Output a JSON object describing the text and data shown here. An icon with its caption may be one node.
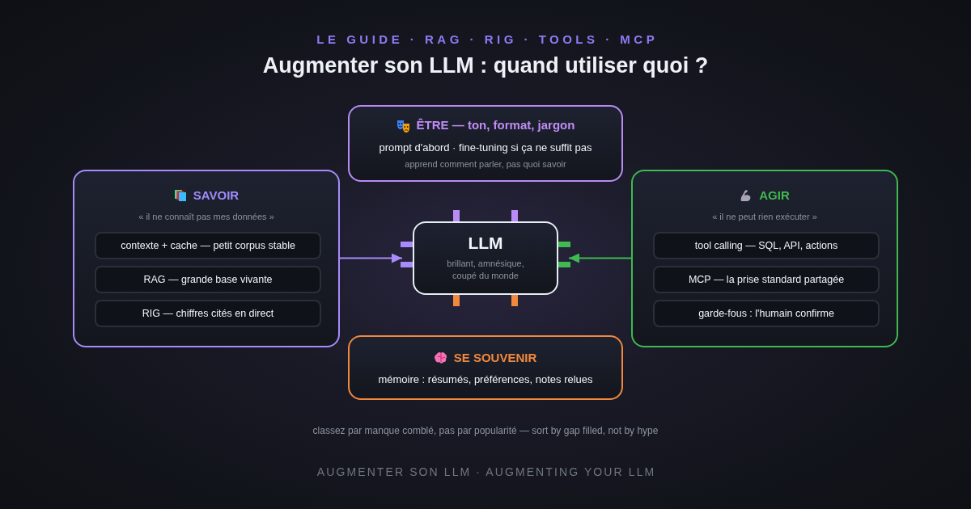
{
  "diagram": {
    "title": "Augmenter son LLM : quand utiliser quoi ?",
    "nodes": [
      {
        "text": [
          "ÊTRE — ton, format, jargon",
          "prompt d'abord · fine-tuning si ça ne suffit pas",
          "apprend comment parler, pas quoi savoir"
        ]
      },
      {
        "text": [
          "SAVOIR",
          "« il ne connaît pas mes données »"
        ]
      },
      {
        "text": [
          "contexte + cache — petit corpus stable"
        ],
        "in": 1
      },
      {
        "text": [
          "RAG — grande base vivante"
        ],
        "in": 1
      },
      {
        "text": [
          "RIG — chiffres cités en direct"
        ],
        "in": 1
      },
      {
        "text": [
          "LLM",
          "brillant, amnésique, coupé du monde"
        ]
      },
      {
        "text": [
          "AGIR",
          "« il ne peut rien exécuter »"
        ]
      },
      {
        "text": [
          "tool calling — SQL, API, actions"
        ],
        "in": 6
      },
      {
        "text": [
          "MCP — la prise standard partagée"
        ],
        "in": 6
      },
      {
        "text": [
          "garde-fous : l'humain confirme"
        ],
        "in": 6
      },
      {
        "text": [
          "SE SOUVENIR",
          "mémoire : résumés, préférences, notes relues"
        ]
      }
    ],
    "edges": [
      {
        "from": 1,
        "to": 5,
        "arrow": "to",
        "color": "#a78bfa"
      },
      {
        "from": 6,
        "to": 5,
        "arrow": "to",
        "color": "#3fb950"
      }
    ],
    "labels": [
      "LE GUIDE · RAG · RIG · TOOLS · MCP",
      "classez par manque comblé, pas par popularité — sort by gap filled, not by hype",
      "AUGMENTER SON LLM · AUGMENTING YOUR LLM"
    ]
  }
}
